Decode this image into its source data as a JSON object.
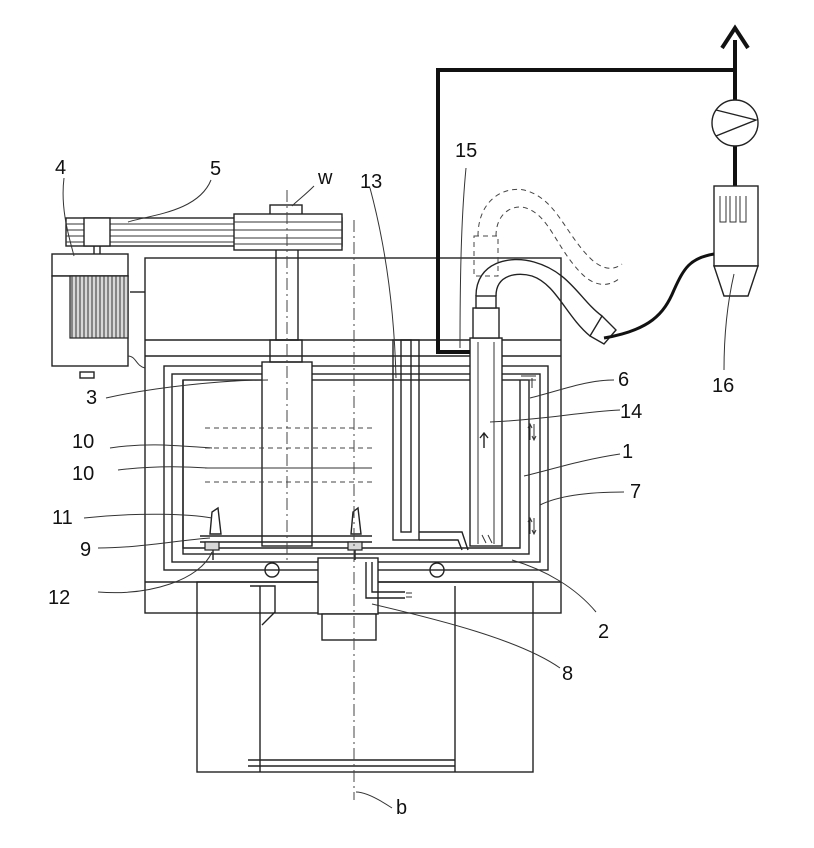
{
  "labels": {
    "l1": "1",
    "l2": "2",
    "l3": "3",
    "l4": "4",
    "l5": "5",
    "l6": "6",
    "l7": "7",
    "l8": "8",
    "l9": "9",
    "l10a": "10",
    "l10b": "10",
    "l11": "11",
    "l12": "12",
    "l13": "13",
    "l14": "14",
    "l15": "15",
    "l16": "16",
    "lw": "w",
    "lb": "b"
  },
  "colors": {
    "line": "#222222",
    "background": "#ffffff"
  }
}
